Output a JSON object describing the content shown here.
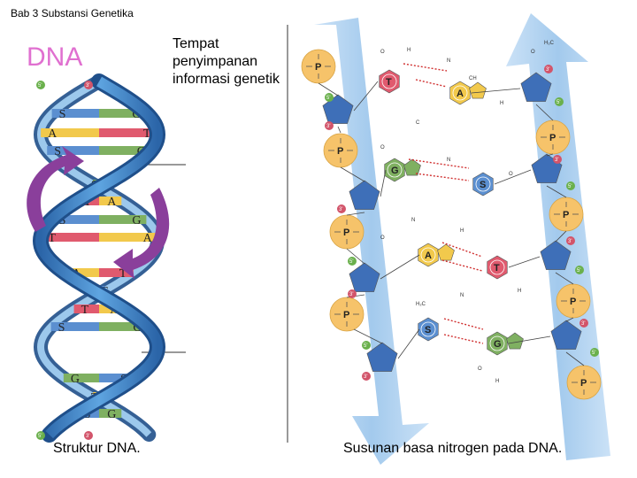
{
  "header": "Bab 3 Substansi Genetika",
  "dna_title": "DNA",
  "description": [
    "Tempat",
    "penyimpanan",
    "informasi genetik"
  ],
  "captions": {
    "left": "Struktur DNA.",
    "right": "Susunan basa nitrogen pada DNA."
  },
  "helix": {
    "strand_end_labels": {
      "five": "5'",
      "three": "3'"
    },
    "base_pairs": [
      {
        "left": "S",
        "right": "G"
      },
      {
        "left": "A",
        "right": "T"
      },
      {
        "left": "S",
        "right": "G"
      },
      {
        "left": "G",
        "right": "S"
      },
      {
        "left": "T",
        "right": "A"
      },
      {
        "left": "S",
        "right": "G"
      },
      {
        "left": "T",
        "right": "A"
      },
      {
        "left": "A",
        "right": "T"
      },
      {
        "left": "G",
        "right": "S"
      },
      {
        "left": "T",
        "right": "A"
      },
      {
        "left": "S",
        "right": "G"
      },
      {
        "left": "G",
        "right": "S"
      },
      {
        "left": "A",
        "right": "T"
      },
      {
        "left": "S",
        "right": "G"
      }
    ]
  },
  "molecular": {
    "phosphate_label": "P",
    "left_column_bases": [
      "T",
      "G",
      "A",
      "S"
    ],
    "right_column_bases": [
      "A",
      "S",
      "T",
      "G"
    ],
    "chem_labels": [
      "O",
      "H",
      "N",
      "CH",
      "C",
      "H₂C"
    ]
  },
  "colors": {
    "helix_blue": "#3a7fc4",
    "helix_light": "#9cc8ec",
    "adenine": "#f2c94c",
    "thymine": "#e05a6e",
    "guanine": "#7fb061",
    "cytosine": "#5b8fd0",
    "phosphate": "#f6c36a",
    "arrow_purple": "#8a3f9b",
    "band_blue": "#a9cdef",
    "sugar_blue": "#3e6fb8"
  }
}
